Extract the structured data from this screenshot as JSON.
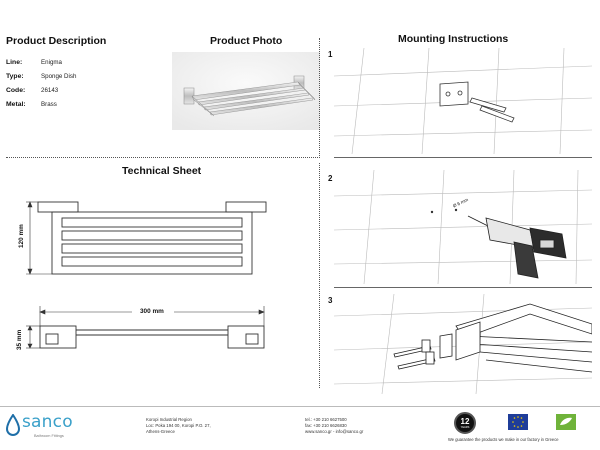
{
  "headings": {
    "product_description": "Product Description",
    "product_photo": "Product Photo",
    "mounting_instructions": "Mounting Instructions",
    "technical_sheet": "Technical Sheet"
  },
  "product": {
    "rows": [
      {
        "label": "Line:",
        "value": "Enigma"
      },
      {
        "label": "Type:",
        "value": "Sponge Dish"
      },
      {
        "label": "Code:",
        "value": "26143"
      },
      {
        "label": "Metal:",
        "value": "Brass"
      }
    ]
  },
  "technical": {
    "height_label": "120 mm",
    "width_label": "300 mm",
    "depth_label": "35 mm"
  },
  "steps": [
    "1",
    "2",
    "3"
  ],
  "drill_label": "Ø 6 mm",
  "footer": {
    "brand": "sanco",
    "tagline": "Bathroom Fittings",
    "address": [
      "Koropi Industrial Region",
      "Loc: Poka 194 00, Koropi P.O. 27,",
      "Athens-Greece"
    ],
    "contact": [
      "tel.: +30 210 6627500",
      "fax: +30 210 6626830",
      "www.sanco.gr - info@sanco.gr"
    ],
    "warranty_years": "12",
    "warranty_text": "YEARS",
    "guarantee": "We guarantee the products we make in our factory in Greece"
  },
  "colors": {
    "brand_blue": "#3aa0c9",
    "eu_blue": "#1f3d99",
    "eu_star": "#f5d000",
    "green_badge": "#6fb33a"
  }
}
